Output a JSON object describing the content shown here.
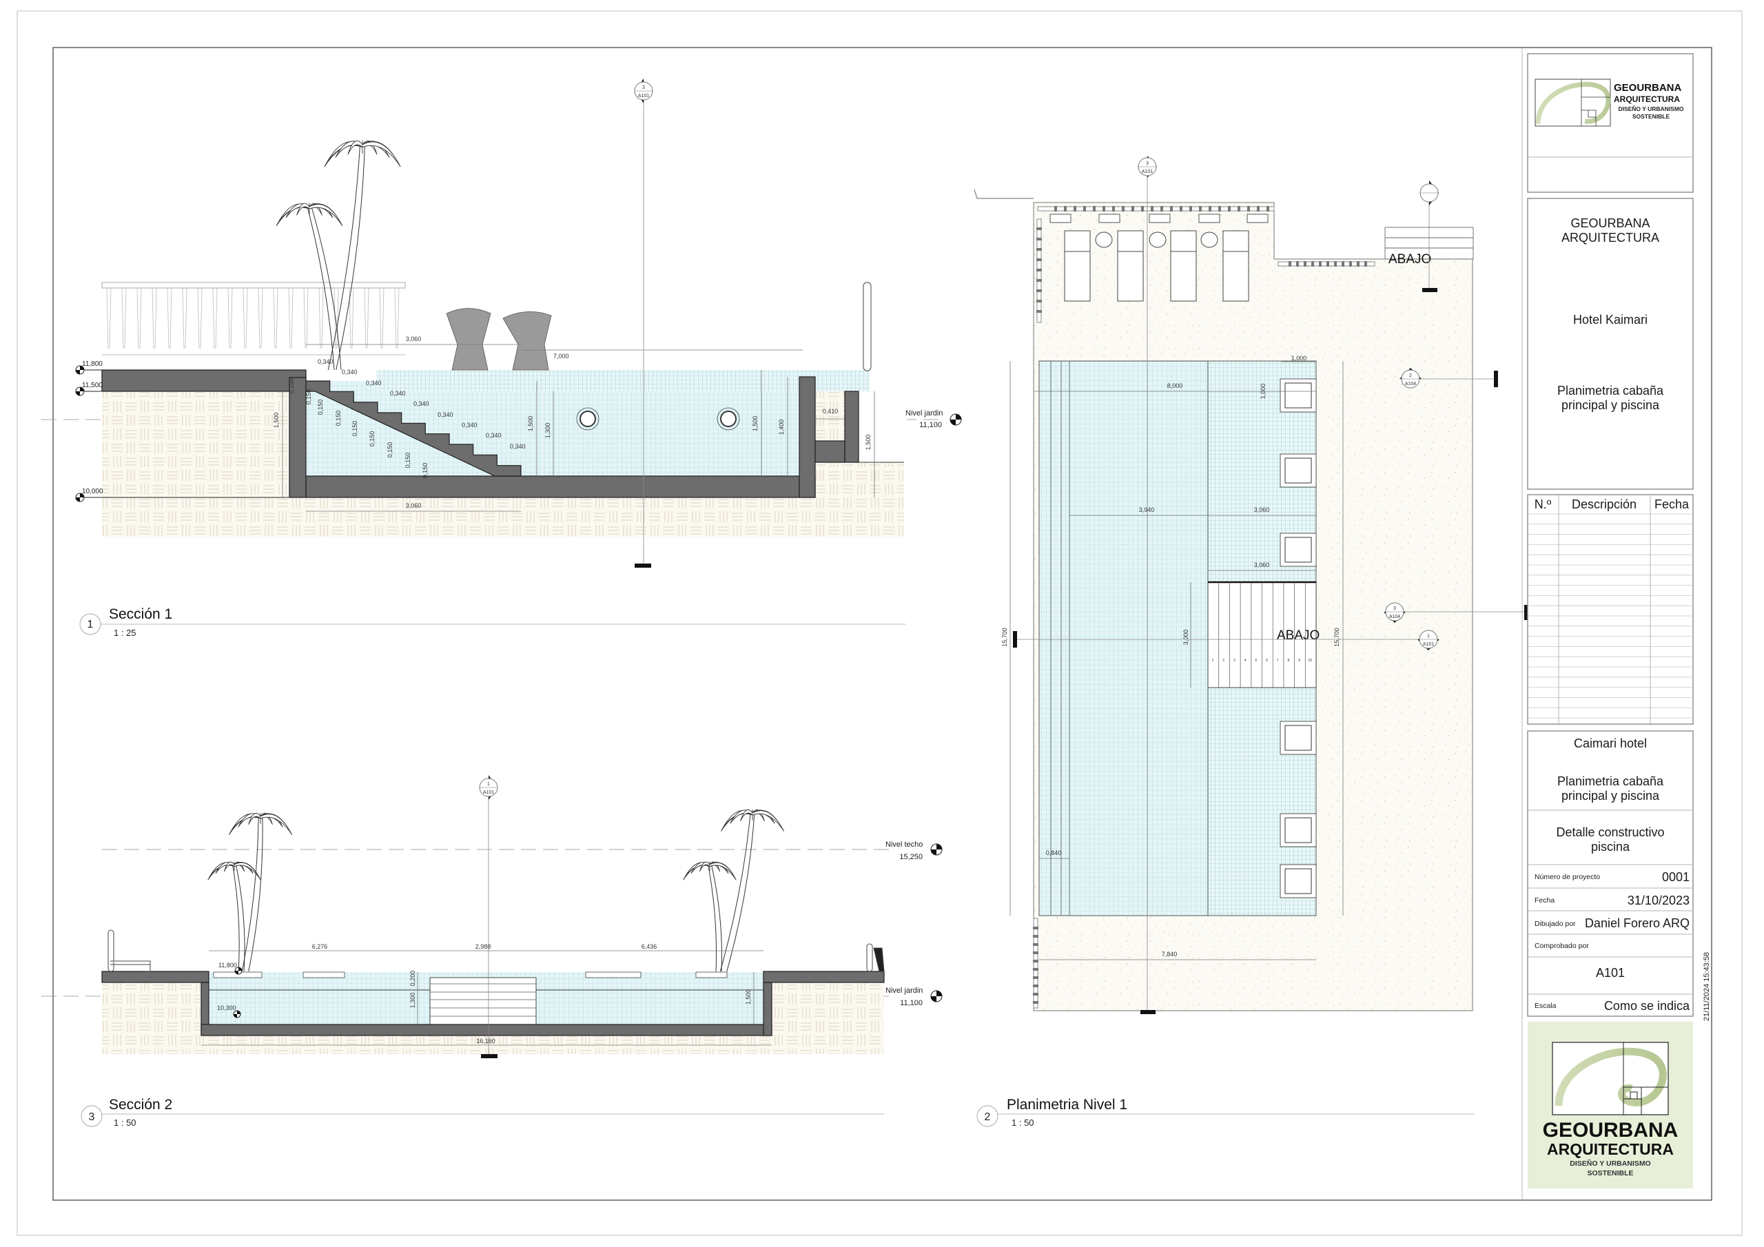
{
  "sheet": {
    "logo_small": {
      "name": "GEOURBANA",
      "sub": "ARQUITECTURA",
      "tag1": "DISEÑO Y URBANISMO",
      "tag2": "SOSTENIBLE"
    },
    "company": {
      "line1": "GEOURBANA",
      "line2": "ARQUITECTURA"
    },
    "project": "Hotel Kaimari",
    "sheet_name": {
      "line1": "Planimetria cabaña",
      "line2": "principal y piscina"
    },
    "revisions": {
      "headers": [
        "N.º",
        "Descripción",
        "Fecha"
      ],
      "rows": []
    },
    "info": {
      "project_name": "Caimari hotel",
      "sheet_title": {
        "line1": "Planimetria cabaña",
        "line2": "principal y piscina"
      },
      "detail": {
        "line1": "Detalle constructivo",
        "line2": "piscina"
      },
      "project_number": {
        "label": "Número de proyecto",
        "value": "0001"
      },
      "date": {
        "label": "Fecha",
        "value": "31/10/2023"
      },
      "drawn_by": {
        "label": "Dibujado por",
        "value": "Daniel Forero ARQ"
      },
      "checked_by": {
        "label": "Comprobado por",
        "value": ""
      },
      "sheet_number": "A101",
      "scale": {
        "label": "Escala",
        "value": "Como se indica"
      }
    },
    "logo_large": {
      "name": "GEOURBANA",
      "sub": "ARQUITECTURA",
      "tag1": "DISEÑO Y URBANISMO",
      "tag2": "SOSTENIBLE"
    },
    "timestamp": "21/11/2024 15:43:58",
    "colors": {
      "water": "#e4f5f7",
      "concrete": "#6d6d6d",
      "logo_bg": "#e8efd9",
      "soil": "#fbf8f0"
    }
  },
  "section1": {
    "number": "1",
    "title": "Sección 1",
    "scale": "1 : 25",
    "levels": [
      "11,800",
      "11,500",
      "10,000"
    ],
    "garden_level": {
      "label": "Nivel jardin",
      "value": "11,100"
    },
    "marker": {
      "number": "3",
      "sheet": "A101"
    },
    "dims": {
      "top_width": "3,060",
      "overall": "7,000",
      "bottom_width": "3,060",
      "tread": "0,340",
      "riser": "0,150",
      "left_depth": "1,500",
      "depth_a": "1,500",
      "depth_b": "1,300",
      "depth_c": "1,500",
      "depth_d": "1,400",
      "gap": "0,410",
      "right_depth": "1,500"
    }
  },
  "section2": {
    "number": "3",
    "title": "Sección 2",
    "scale": "1 : 50",
    "roof_level": {
      "label": "Nivel techo",
      "value": "15,250"
    },
    "garden_level": {
      "label": "Nivel jardin",
      "value": "11,100"
    },
    "spot_levels": [
      "11,800",
      "10,300"
    ],
    "marker": {
      "number": "1",
      "sheet": "A101"
    },
    "dims": {
      "left": "6,276",
      "stairs": "2,988",
      "right": "6,436",
      "coping": "0,200",
      "stair_depth": "1,300",
      "depth": "1,500",
      "overall": "16,160"
    }
  },
  "plan": {
    "number": "2",
    "title": "Planimetria Nivel 1",
    "scale": "1 : 50",
    "down_label": "ABAJO",
    "markers": [
      {
        "number": "3",
        "sheet": "A101"
      },
      {
        "number": "2",
        "sheet": "A104"
      },
      {
        "number": "3",
        "sheet": "A104"
      },
      {
        "number": "1",
        "sheet": "A101"
      }
    ],
    "stair_numbers": [
      "1",
      "2",
      "3",
      "4",
      "5",
      "6",
      "7",
      "8",
      "9",
      "10"
    ],
    "dims": {
      "drain_width": "1,000",
      "pool_width": "8,000",
      "drain_height": "1,000",
      "main_zone": "3,940",
      "step_zone": "3,060",
      "step_zone_2": "3,060",
      "stairs_length": "3,000",
      "length_left": "15,700",
      "length_right": "15,700",
      "edge": "0,840",
      "deck_width": "7,840"
    }
  }
}
